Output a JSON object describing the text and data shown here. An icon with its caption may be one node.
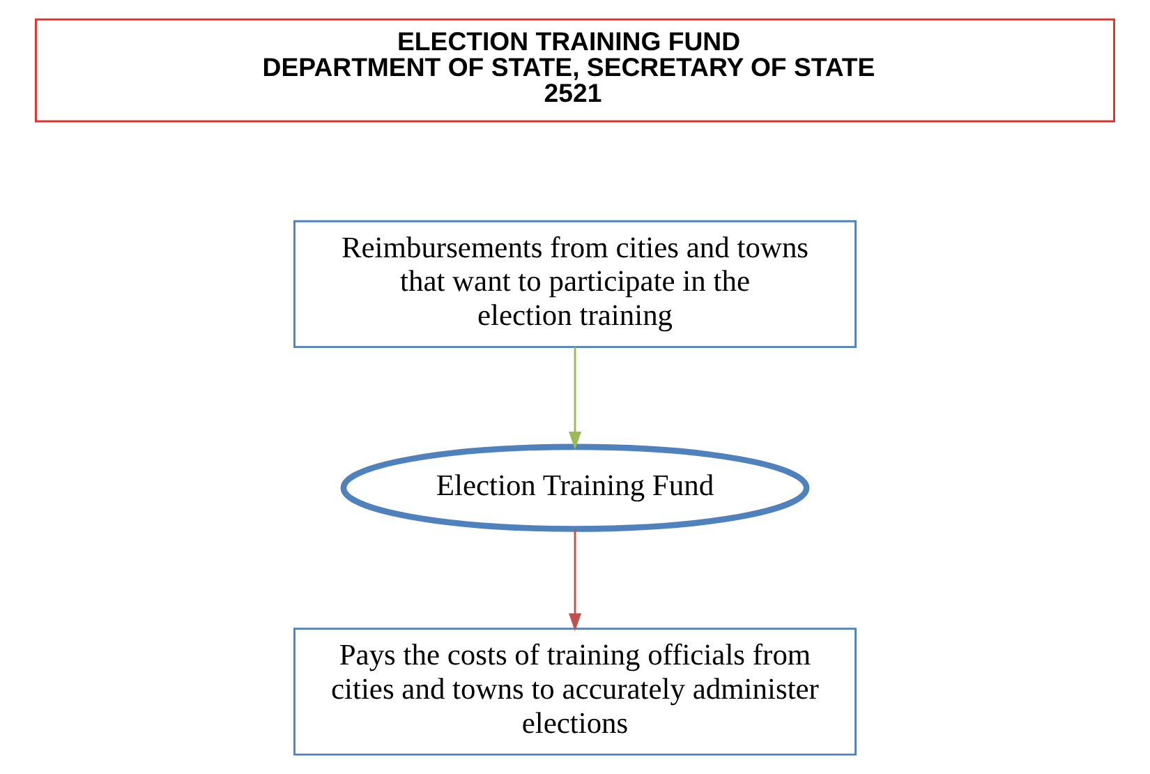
{
  "diagram": {
    "nodes": [
      {
        "text": [
          "ELECTION TRAINING FUND",
          "DEPARTMENT OF STATE, SECRETARY OF STATE",
          "2521"
        ]
      },
      {
        "text": [
          "Reimbursements from cities and towns that want to participate in the election training"
        ]
      },
      {
        "text": [
          "Election Training Fund"
        ]
      },
      {
        "text": [
          "Pays the costs of training officials from cities and towns to accurately administer elections"
        ]
      }
    ],
    "edges": [
      {
        "from": 1,
        "to": 2,
        "arrow": "to",
        "color": "#9bbb59"
      },
      {
        "from": 2,
        "to": 3,
        "arrow": "to",
        "color": "#c0504d"
      }
    ]
  }
}
